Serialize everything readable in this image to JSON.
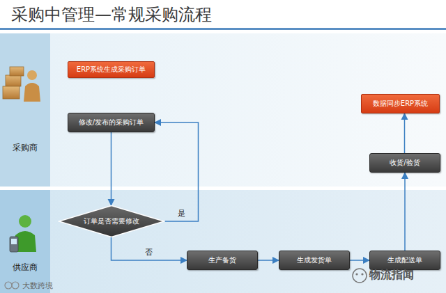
{
  "diagram": {
    "title": "采购中管理—常规采购流程",
    "nodes": [
      {
        "text": [
          "采购商"
        ]
      },
      {
        "text": [
          "ERP系统生成采购订单"
        ],
        "in": 0
      },
      {
        "text": [
          "修改/发布的采购订单"
        ],
        "in": 0
      },
      {
        "text": [
          "数据同步ERP系统"
        ],
        "in": 0
      },
      {
        "text": [
          "收货/验货"
        ],
        "in": 0
      },
      {
        "text": [
          "供应商"
        ]
      },
      {
        "text": [
          "订单是否需要修改"
        ],
        "in": 5
      },
      {
        "text": [
          "生产备货"
        ],
        "in": 5
      },
      {
        "text": [
          "生成发货单"
        ],
        "in": 5
      },
      {
        "text": [
          "生成配送单"
        ],
        "in": 5
      }
    ],
    "edges": [
      {
        "from": 2,
        "to": 6,
        "arrow": "to"
      },
      {
        "from": 6,
        "to": 2,
        "label": "是",
        "arrow": "to"
      },
      {
        "from": 6,
        "to": 7,
        "label": "否",
        "arrow": "to"
      },
      {
        "from": 7,
        "to": 8,
        "arrow": "to"
      },
      {
        "from": 8,
        "to": 9,
        "arrow": "to"
      },
      {
        "from": 9,
        "to": 4,
        "arrow": "to"
      },
      {
        "from": 4,
        "to": 3,
        "arrow": "to"
      }
    ],
    "labels": [
      "物流指闻",
      "大数跨境"
    ]
  }
}
